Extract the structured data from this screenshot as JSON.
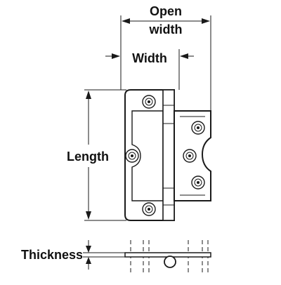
{
  "labels": {
    "open_width_line1": "Open",
    "open_width_line2": "width",
    "width": "Width",
    "length": "Length",
    "thickness": "Thickness"
  },
  "icons": [
    "arrow-left-icon",
    "arrow-right-icon",
    "arrow-up-icon",
    "arrow-down-icon",
    "screw-hole-icon"
  ],
  "colors": {
    "line": "#1a1a1a",
    "background": "#ffffff"
  }
}
